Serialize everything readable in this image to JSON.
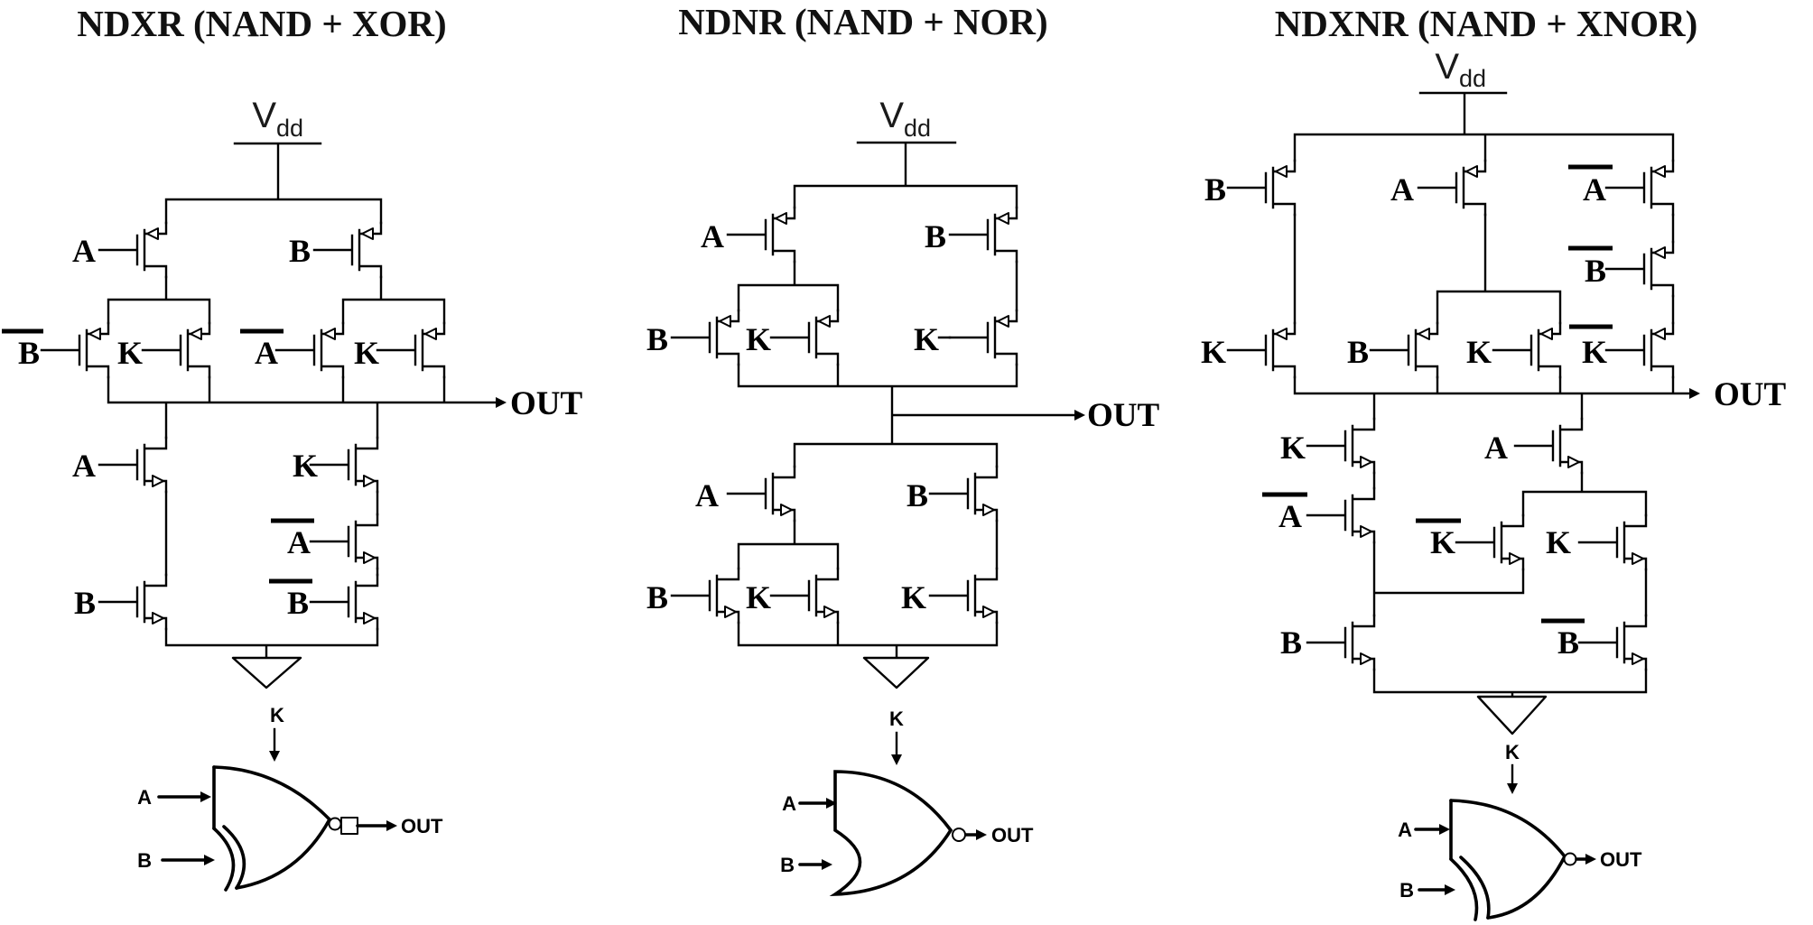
{
  "figure": {
    "background": "#ffffff",
    "ink": "#000000"
  },
  "circuits": [
    {
      "title": "NDXR (NAND + XOR)",
      "vdd": {
        "symbol": "V",
        "subscript": "dd"
      },
      "out_label": "OUT",
      "pullup": {
        "a": "A",
        "b": "B",
        "bbar": "B",
        "k1": "K",
        "abar": "A",
        "k2": "K"
      },
      "pulldown": {
        "a": "A",
        "k": "K",
        "abar": "A",
        "b": "B",
        "bbar": "B"
      },
      "ground_control": "K",
      "gate": {
        "control": "K",
        "in1": "A",
        "in2": "B",
        "out": "OUT",
        "type": "merged NAND/XOR gate with inverted output"
      }
    },
    {
      "title": "NDNR (NAND + NOR)",
      "vdd": {
        "symbol": "V",
        "subscript": "dd"
      },
      "out_label": "OUT",
      "pullup": {
        "a": "A",
        "b": "B",
        "pair_b": "B",
        "pair_k": "K",
        "k": "K"
      },
      "pulldown": {
        "a": "A",
        "b": "B",
        "pair_b": "B",
        "pair_k": "K",
        "k": "K"
      },
      "ground_control": "K",
      "gate": {
        "control": "K",
        "in1": "A",
        "in2": "B",
        "out": "OUT",
        "type": "NOR gate symbol"
      }
    },
    {
      "title": "NDXNR (NAND + XNOR)",
      "vdd": {
        "symbol": "V",
        "subscript": "dd"
      },
      "out_label": "OUT",
      "pullup": {
        "b": "B",
        "a": "A",
        "abar": "A",
        "bbar": "B",
        "k": "K",
        "pair_b": "B",
        "pair_k": "K",
        "kbar": "K"
      },
      "pulldown": {
        "k": "K",
        "a": "A",
        "abar": "A",
        "kbar": "K",
        "k2": "K",
        "b": "B",
        "bbar": "B"
      },
      "ground_control": "K",
      "gate": {
        "control": "K",
        "in1": "A",
        "in2": "B",
        "out": "OUT",
        "type": "merged NAND/XNOR gate with inverted output"
      }
    }
  ]
}
